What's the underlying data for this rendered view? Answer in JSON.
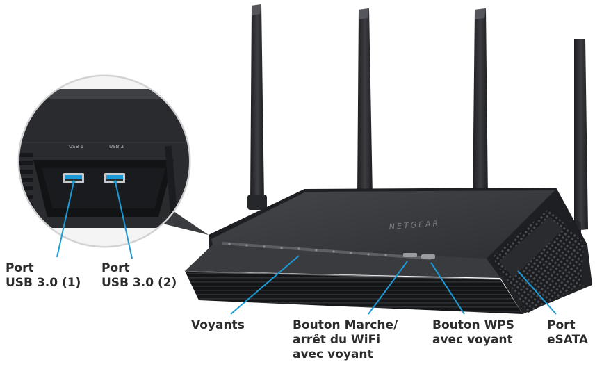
{
  "router": {
    "brand": "NETGEAR",
    "colors": {
      "body": "#2c2d30",
      "top": "#3b3c40",
      "accent": "#1a9bd7",
      "vent": "#111214"
    }
  },
  "inset": {
    "usb1_label": "USB 1",
    "usb2_label": "USB 2"
  },
  "callouts": {
    "usb1": {
      "line1": "Port",
      "line2": "USB 3.0 (1)"
    },
    "usb2": {
      "line1": "Port",
      "line2": "USB 3.0 (2)"
    },
    "leds": {
      "line1": "Voyants"
    },
    "wifi": {
      "line1": "Bouton Marche/",
      "line2": "arrêt du WiFi",
      "line3": "avec voyant"
    },
    "wps": {
      "line1": "Bouton WPS",
      "line2": "avec voyant"
    },
    "esata": {
      "line1": "Port",
      "line2": "eSATA"
    }
  }
}
